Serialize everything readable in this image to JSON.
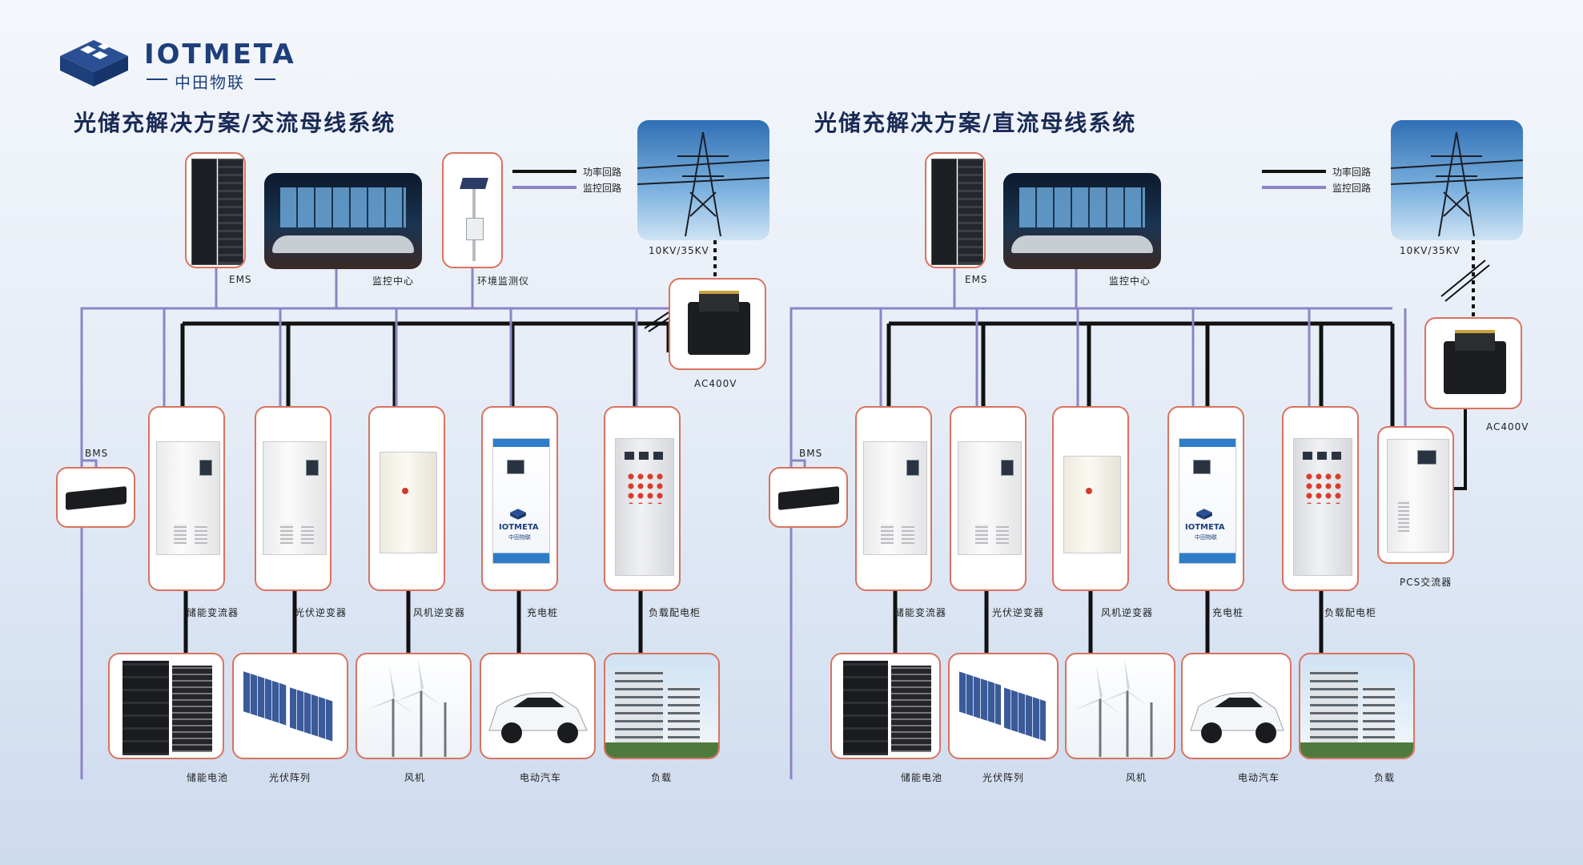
{
  "brand": {
    "name": "IOTMETA",
    "subtitle": "中田物联"
  },
  "legend": {
    "power": "功率回路",
    "monitor": "监控回路"
  },
  "colors": {
    "power_line": "#111111",
    "monitor_line": "#8d84c4",
    "frame": "#d9735f",
    "title": "#1a2a55",
    "brand": "#1d3f7a"
  },
  "left": {
    "title": "光储充解决方案/交流母线系统",
    "ems": "EMS",
    "monitor_center": "监控中心",
    "env_monitor": "环境监测仪",
    "grid": "10KV/35KV",
    "transformer": "AC400V",
    "bms": "BMS",
    "devices": [
      "储能变流器",
      "光伏逆变器",
      "风机逆变器",
      "充电桩",
      "负载配电柜"
    ],
    "sources": [
      "储能电池",
      "光伏阵列",
      "风机",
      "电动汽车",
      "负载"
    ]
  },
  "right": {
    "title": "光储充解决方案/直流母线系统",
    "ems": "EMS",
    "monitor_center": "监控中心",
    "grid": "10KV/35KV",
    "transformer": "AC400V",
    "bms": "BMS",
    "pcs": "PCS交流器",
    "devices": [
      "储能变流器",
      "光伏逆变器",
      "风机逆变器",
      "充电桩",
      "负载配电柜"
    ],
    "sources": [
      "储能电池",
      "光伏阵列",
      "风机",
      "电动汽车",
      "负载"
    ]
  },
  "charger_brand": {
    "name": "IOTMETA",
    "subtitle": "中田物联"
  }
}
